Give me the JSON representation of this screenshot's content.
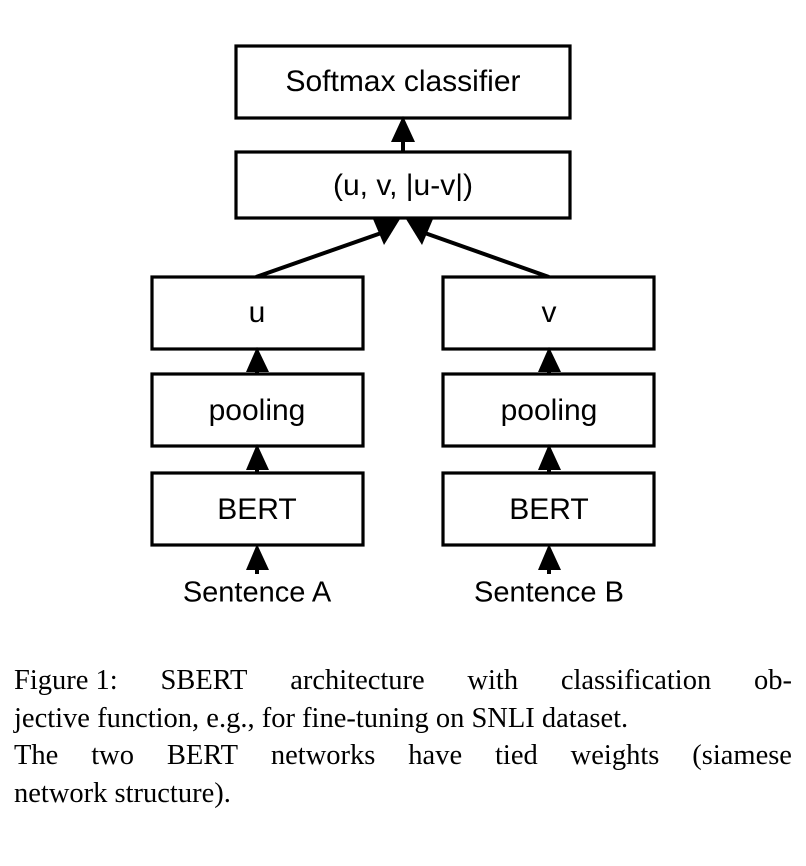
{
  "figure": {
    "title": "SBERT architecture with classification objective function",
    "colors": {
      "stroke": "#000000",
      "fill": "#ffffff",
      "text": "#000000",
      "background": "#ffffff"
    },
    "nodes": {
      "softmax": "Softmax classifier",
      "concat": "(u, v, |u-v|)",
      "u": "u",
      "v": "v",
      "pooling_left": "pooling",
      "pooling_right": "pooling",
      "bert_left": "BERT",
      "bert_right": "BERT",
      "sentence_a": "Sentence A",
      "sentence_b": "Sentence B"
    }
  },
  "caption": {
    "line1_a": "Figure 1:",
    "line1_b": "SBERT",
    "line1_c": "architecture",
    "line1_d": "with",
    "line1_e": "classification",
    "line1_f": "ob-",
    "line2_a": "jective function, e.g., for fine-tuning on SNLI dataset.",
    "line3_a": "The",
    "line3_b": "two",
    "line3_c": "BERT",
    "line3_d": "networks",
    "line3_e": "have",
    "line3_f": "tied",
    "line3_g": "weights",
    "line3_h": "(siamese",
    "line4_a": "network structure)."
  }
}
